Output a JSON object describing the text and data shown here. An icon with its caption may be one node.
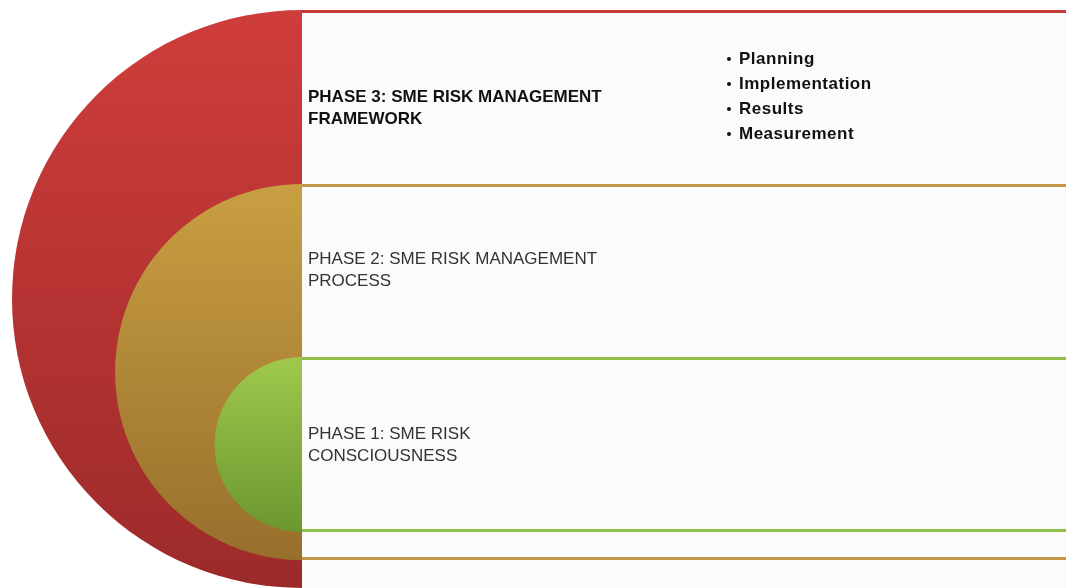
{
  "diagram": {
    "nodes": [
      {
        "text": [
          "PHASE 3: SME RISK MANAGEMENT FRAMEWORK",
          "Planning",
          "Implementation",
          "Results",
          "Measurement"
        ]
      },
      {
        "text": [
          "PHASE 2: SME RISK MANAGEMENT PROCESS"
        ],
        "in": 0
      },
      {
        "text": [
          "PHASE 1: SME RISK CONSCIOUSNESS"
        ],
        "in": 1
      }
    ]
  }
}
